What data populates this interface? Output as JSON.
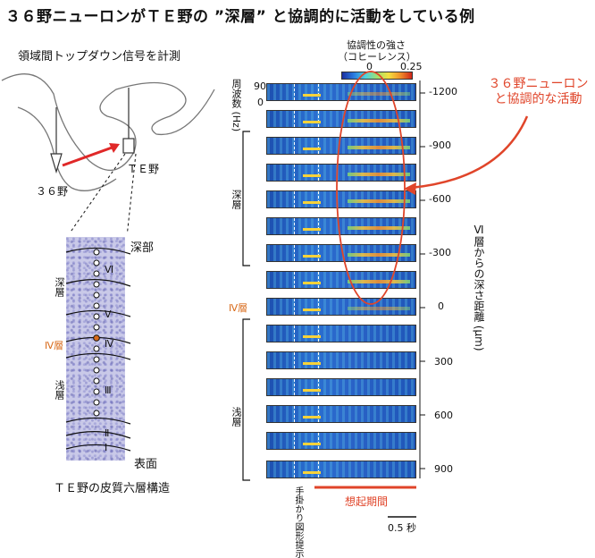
{
  "title": "３６野ニューロンがＴＥ野の ”深層” と協調的に活動をしている例",
  "left": {
    "subtitle": "領域間トップダウン信号を計測",
    "area36": "３６野",
    "areaTE": "ＴＥ野",
    "deep_label": "深部",
    "surface_label": "表面",
    "caption": "ＴＥ野の皮質六層構造",
    "deep_layer": "深層",
    "layer4": "Ⅳ層",
    "shallow_layer": "浅層",
    "roman": [
      "Ⅵ",
      "Ⅴ",
      "Ⅳ",
      "Ⅲ",
      "Ⅱ",
      "Ⅰ"
    ]
  },
  "right": {
    "colorbar_title": "協調性の強さ",
    "colorbar_sub": "（コヒーレンス）",
    "colorbar_min": "0",
    "colorbar_max": "0.25",
    "freq_label": "周波数 (Hz)",
    "freq_max": "90",
    "freq_min": "0",
    "deep_layer": "深層",
    "layer4": "Ⅳ層",
    "shallow_layer": "浅層",
    "axis_label": "Ⅵ層からの深さ距離 (μm)",
    "depth_ticks": [
      "-1200",
      "-900",
      "-600",
      "-300",
      "0",
      "300",
      "600",
      "900"
    ],
    "annotation": "３６野ニューロンと協調的な活動",
    "cue_label": "手掛かり図形提示",
    "recall_label": "想起期間",
    "scale_label": "0.5 秒"
  },
  "colors": {
    "accent_red": "#e0452a",
    "layer4_orange": "#d86a1a"
  }
}
